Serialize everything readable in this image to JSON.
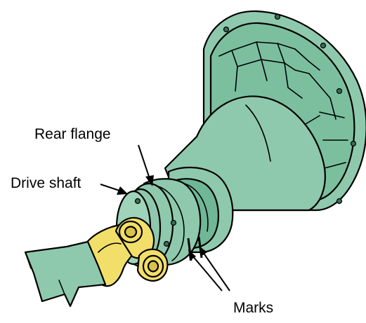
{
  "labels": {
    "rear_flange": "Rear flange",
    "drive_shaft": "Drive shaft",
    "marks": "Marks"
  },
  "colors": {
    "housing": "#8fc9ad",
    "housing_shade": "#5fae8f",
    "yoke": "#f2df69",
    "yoke_shade": "#d8c24a",
    "outline": "#000000"
  }
}
